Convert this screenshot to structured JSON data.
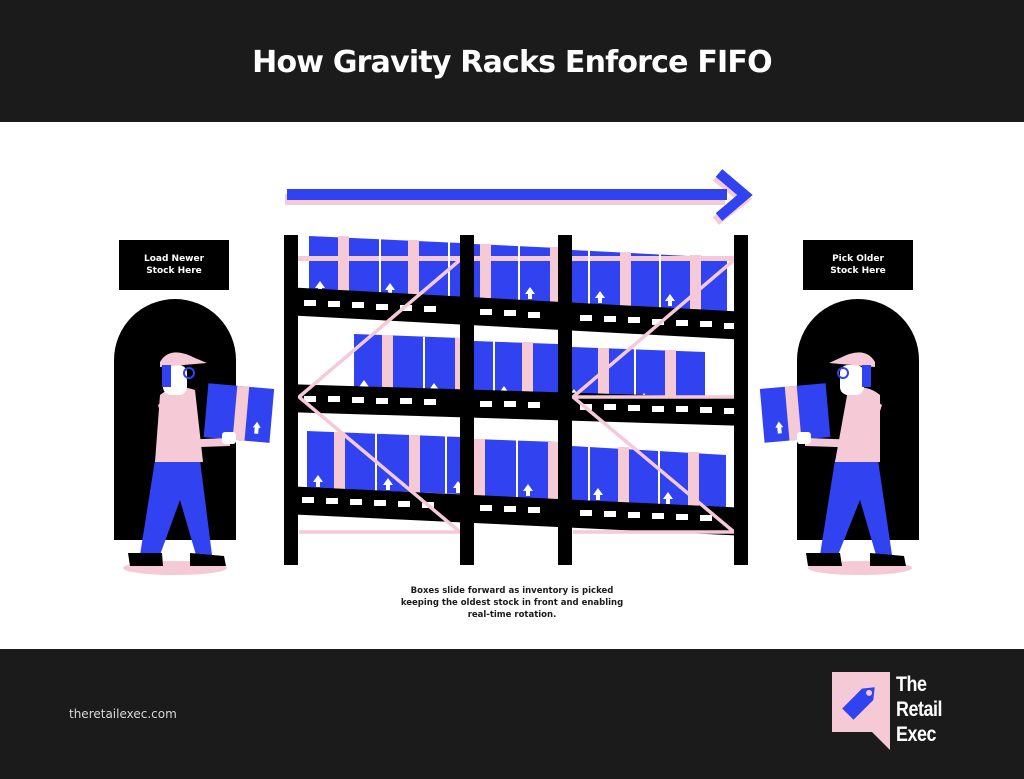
{
  "header": {
    "title": "How Gravity Racks Enforce FIFO"
  },
  "diagram": {
    "flow_arrow": {
      "direction": "left-to-right",
      "icon": "right-arrow-icon"
    },
    "left_sign": {
      "line1": "Load Newer",
      "line2": "Stock Here"
    },
    "right_sign": {
      "line1": "Pick Older",
      "line2": "Stock Here"
    },
    "rack": {
      "bays": 3,
      "levels": 3,
      "box_icon": "up-arrow-icon"
    },
    "left_worker": {
      "role": "loader",
      "icon": "worker-carrying-box-icon"
    },
    "right_worker": {
      "role": "picker",
      "icon": "worker-carrying-box-icon"
    },
    "caption": {
      "line1": "Boxes slide forward as inventory is picked",
      "line2": "keeping the oldest stock in front and enabling",
      "line3": "real-time rotation."
    }
  },
  "footer": {
    "url": "theretailexec.com",
    "brand": {
      "line1": "The",
      "line2": "Retail",
      "line3": "Exec",
      "icon": "price-tag-icon"
    }
  },
  "colors": {
    "dark": "#1b1b1b",
    "blue": "#3142f0",
    "pink": "#f5c9d6",
    "black": "#000000",
    "white": "#ffffff"
  }
}
